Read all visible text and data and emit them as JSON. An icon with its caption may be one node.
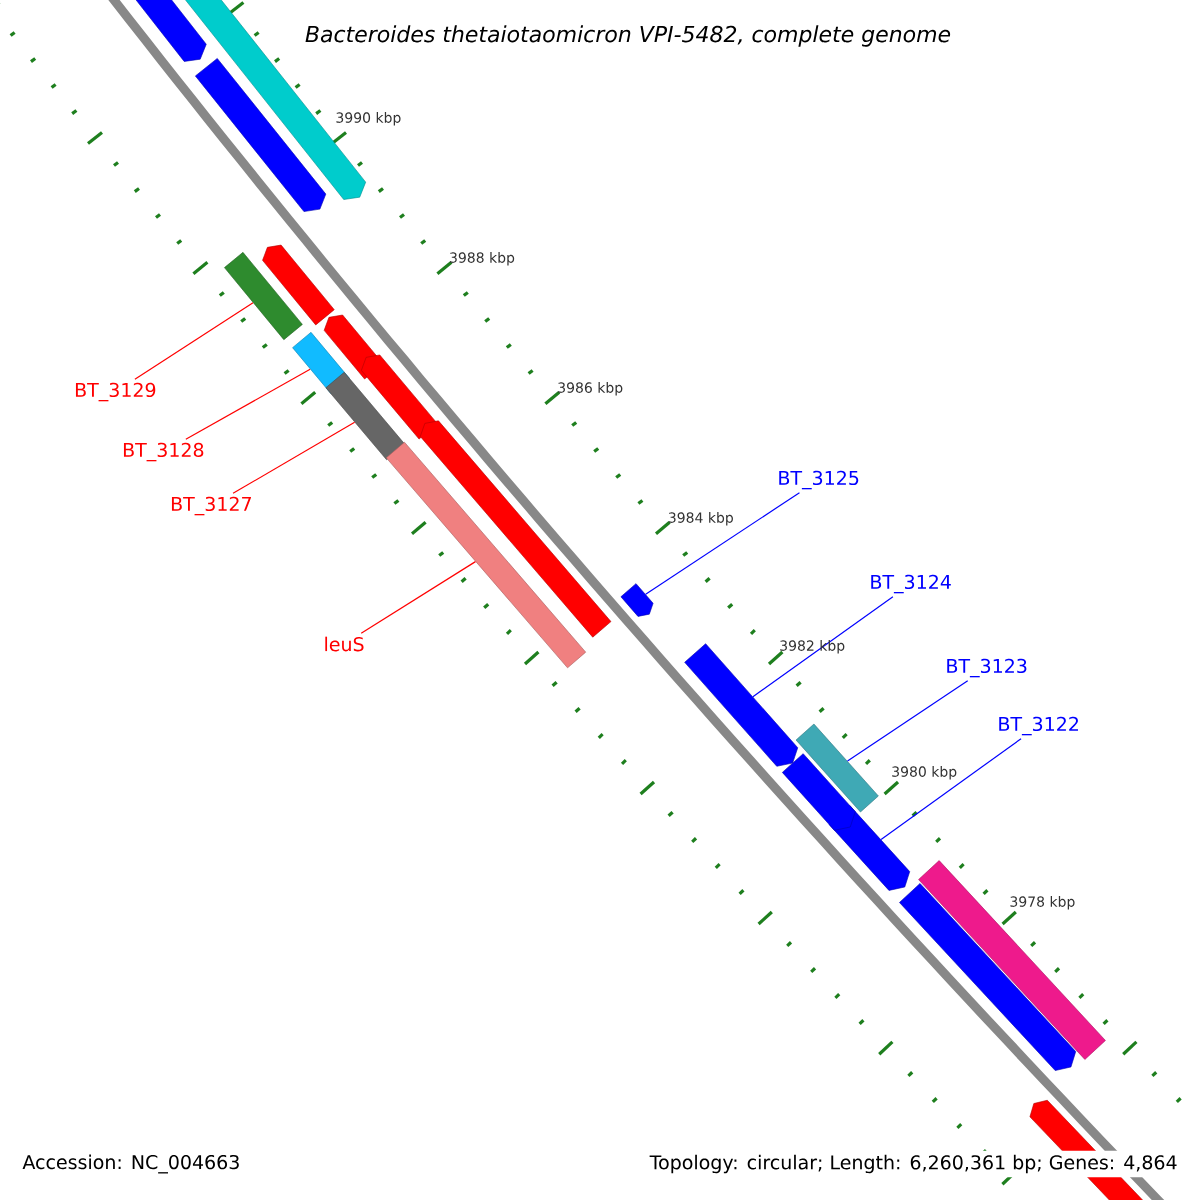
{
  "diagram": {
    "title": "Bacteroides thetaiotaomicron VPI-5482, complete genome",
    "nodes": [
      {
        "text": [
          "BT_3129"
        ]
      },
      {
        "text": [
          "BT_3128"
        ]
      },
      {
        "text": [
          "BT_3127"
        ]
      },
      {
        "text": [
          "leuS"
        ]
      },
      {
        "text": [
          "BT_3125"
        ]
      },
      {
        "text": [
          "BT_3124"
        ]
      },
      {
        "text": [
          "BT_3123"
        ]
      },
      {
        "text": [
          "BT_3122"
        ]
      },
      {
        "text": [],
        "shape": "bar"
      },
      {
        "text": [],
        "shape": "bar"
      },
      {
        "text": [],
        "shape": "bar"
      },
      {
        "text": [],
        "shape": "bar"
      },
      {
        "text": [],
        "shape": "bar"
      },
      {
        "text": [],
        "shape": "bar"
      },
      {
        "text": [],
        "shape": "bar"
      },
      {
        "text": [],
        "shape": "bar"
      },
      {
        "text": [],
        "shape": "bar"
      },
      {
        "text": [],
        "shape": "bar"
      },
      {
        "text": [],
        "shape": "bar"
      },
      {
        "text": [],
        "shape": "bar"
      },
      {
        "text": [],
        "shape": "bar"
      },
      {
        "text": [],
        "shape": "bar"
      },
      {
        "text": [],
        "shape": "bar"
      },
      {
        "text": [],
        "shape": "bar"
      },
      {
        "text": [],
        "shape": "bar"
      },
      {
        "text": [],
        "shape": "bar"
      },
      {
        "text": [],
        "shape": "bar"
      }
    ],
    "edges": [
      {
        "from": 0,
        "to": 8,
        "arrow": "none",
        "color": "#ff0000"
      },
      {
        "from": 1,
        "to": 9,
        "arrow": "none",
        "color": "#ff0000"
      },
      {
        "from": 2,
        "to": 10,
        "arrow": "none",
        "color": "#ff0000"
      },
      {
        "from": 3,
        "to": 11,
        "arrow": "none",
        "color": "#ff0000"
      },
      {
        "from": 4,
        "to": 12,
        "arrow": "none",
        "color": "#0000ff"
      },
      {
        "from": 5,
        "to": 13,
        "arrow": "none",
        "color": "#0000ff"
      },
      {
        "from": 6,
        "to": 14,
        "arrow": "none",
        "color": "#0000ff"
      },
      {
        "from": 7,
        "to": 15,
        "arrow": "none",
        "color": "#0000ff"
      }
    ],
    "labels": [
      "3990 kbp",
      "3988 kbp",
      "3986 kbp",
      "3984 kbp",
      "3982 kbp",
      "3980 kbp",
      "3978 kbp",
      "Accession: NC_004663",
      "Topology: circular; Length: 6,260,361 bp; Genes: 4,864"
    ]
  }
}
